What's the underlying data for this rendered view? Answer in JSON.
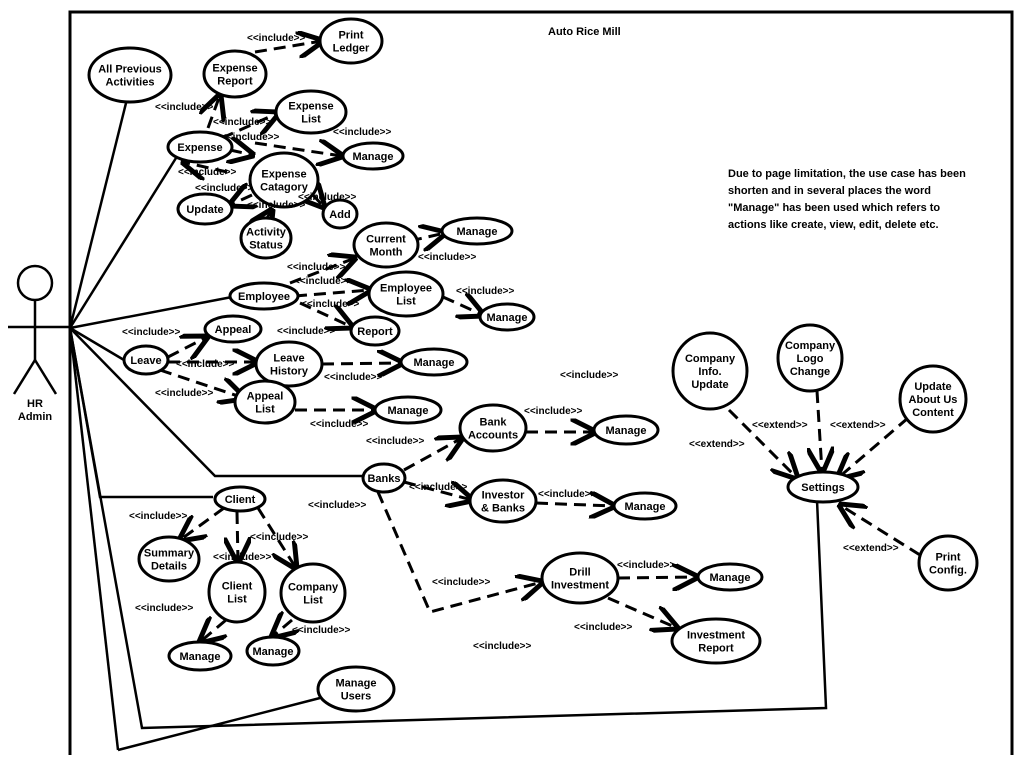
{
  "system_title": "Auto Rice Mill",
  "actor_label": "HR\nAdmin",
  "note": "Due to page limitation, the use case has been\nshorten and in several places the word\n\"Manage\" has been used which refers to\nactions like create, view, edit, delete etc.",
  "use_cases": {
    "all_previous_activities": "All  Previous\nActivities",
    "expense_report": "Expense\nReport",
    "print_ledger": "Print\nLedger",
    "expense": "Expense",
    "expense_list": "Expense\nList",
    "manage_expense_list": "Manage",
    "expense_category": "Expense\nCatagory",
    "update": "Update",
    "add": "Add",
    "activity_status": "Activity\nStatus",
    "current_month": "Current\nMonth",
    "manage_current_month": "Manage",
    "employee": "Employee",
    "employee_list": "Employee\nList",
    "manage_employee_list": "Manage",
    "report": "Report",
    "appeal": "Appeal",
    "leave": "Leave",
    "leave_history": "Leave\nHistory",
    "manage_leave_history": "Manage",
    "appeal_list": "Appeal\nList",
    "manage_appeal_list": "Manage",
    "bank_accounts": "Bank\nAccounts",
    "manage_bank_accounts": "Manage",
    "banks": "Banks",
    "investor_banks": "Investor\n& Banks",
    "manage_investor_banks": "Manage",
    "drill_investment": "Drill\nInvestment",
    "manage_drill_investment": "Manage",
    "investment_report": "Investment\nReport",
    "client": "Client",
    "summary_details": "Summary\nDetails",
    "client_list": "Client\nList",
    "company_list": "Company\nList",
    "manage_client_list": "Manage",
    "manage_company_list": "Manage",
    "manage_users": "Manage\nUsers",
    "company_info_update": "Company\nInfo.\nUpdate",
    "company_logo_change": "Company\nLogo\nChange",
    "update_about_us": "Update\nAbout Us\nContent",
    "settings": "Settings",
    "print_config": "Print\nConfig."
  },
  "relation_labels": {
    "include": "<<include>>",
    "extend": "<<extend>>"
  }
}
